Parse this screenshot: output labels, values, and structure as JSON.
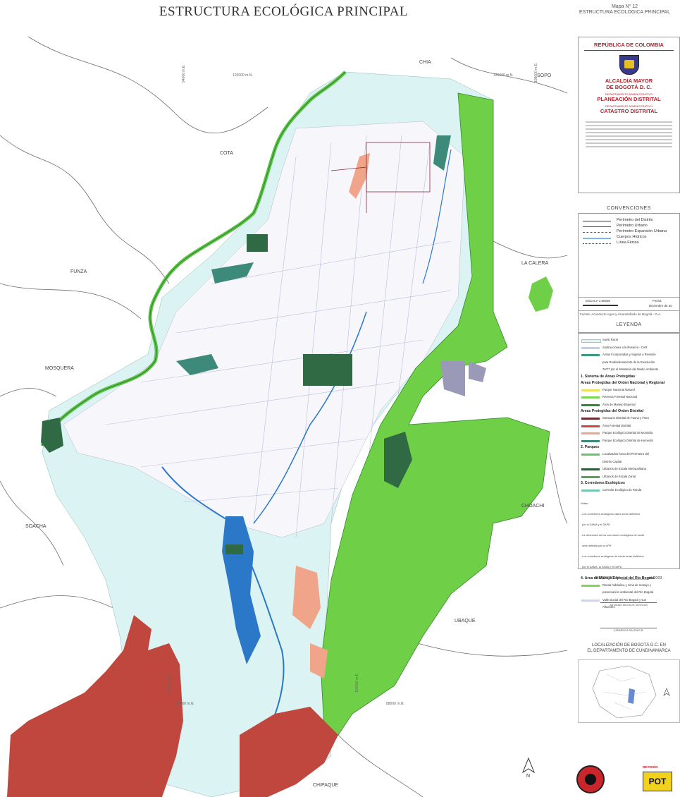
{
  "title": "ESTRUCTURA ECOLÓGICA PRINCIPAL",
  "map_id": {
    "number": "Mapa N° 12",
    "name": "ESTRUCTURA ECOLÓGICA PRINCIPAL"
  },
  "towns": {
    "chia": "CHIA",
    "sopo": "SOPO",
    "cota": "COTA",
    "funza": "FUNZA",
    "la_calera": "LA CALERA",
    "mosquera": "MOSQUERA",
    "soacha": "SOACHA",
    "choachi": "CHOACHI",
    "ubaque": "UBAQUE",
    "chipaque": "CHIPAQUE"
  },
  "grid_labels": {
    "n126_left": "126000 m.N.",
    "n126_right": "126000 m.N.",
    "e94": "94000 m.E.",
    "e108": "108000 m.E.",
    "n88_left": "88000 m.N.",
    "n88_right": "88000 m.N.",
    "e92": "92000 m.E.",
    "e100": "100000 m.E."
  },
  "north_arrow": "N",
  "header": {
    "country": "REPÚBLICA DE COLOMBIA",
    "alcaldia_1": "ALCALDÍA MAYOR",
    "alcaldia_2": "DE BOGOTÁ D. C.",
    "dept_1": "DEPARTAMENTO ADMINISTRATIVO",
    "planeacion": "PLANEACIÓN DISTRITAL",
    "dept_2": "DEPARTAMENTO ADMINISTRATIVO",
    "catastro": "CATASTRO DISTRITAL"
  },
  "convenciones": {
    "title": "CONVENCIONES",
    "items": [
      "Perímetro del Distrito",
      "Perímetro Urbano",
      "Perímetro Expansión Urbana",
      "Cuerpos Hídricos",
      "Línea Férrea"
    ],
    "escala": "ESCALA 1:80000",
    "fecha_label": "Fecha",
    "fecha_value": "Diciembre de 20",
    "fuente": "Fuente:",
    "fuente_value": "Acueducto Agua y Alcantarillado de Bogotá - D.A."
  },
  "leyenda": {
    "title": "LEYENDA",
    "top_items": [
      {
        "label": "Suelo Rural",
        "color": "#dff3f3"
      },
      {
        "label": "Sustracciones a la Reserva - CAR",
        "color": "#c6cde0"
      },
      {
        "label": "Áreas Incorporadas y Sujetas a Revisión",
        "color": "#3d9a78"
      },
      {
        "label": "para Realinderamiento de la Resolución",
        "color": ""
      },
      {
        "label": "76/77 por el Ministerio del Medio Ambiente",
        "color": ""
      }
    ],
    "s1_title": "1. Sistema de Áreas Protegidas",
    "s1_sub1": "Áreas Protegidas del Orden Nacional y Regional",
    "s1_items1": [
      {
        "label": "Parque Nacional Natural",
        "color": "#e7e25a"
      },
      {
        "label": "Reserva Forestal Nacional",
        "color": "#7fd45a"
      },
      {
        "label": "Área de Manejo Especial",
        "color": "#2f8a3a"
      }
    ],
    "s1_sub2": "Áreas Protegidas del Orden Distrital",
    "s1_items2": [
      {
        "label": "Santuario Distrital de Fauna y Flora",
        "color": "#6e2a2e"
      },
      {
        "label": "Área Forestal Distrital",
        "color": "#c24b3e"
      },
      {
        "label": "Parque Ecológico Distrital de Montaña",
        "color": "#f0a48a"
      },
      {
        "label": "Parque Ecológico Distrital de Humedal",
        "color": "#3d8a7a"
      }
    ],
    "s2_title": "2. Parques",
    "s2_items": [
      {
        "label": "Localizados fuera del Perímetro del",
        "color": "#6cc26a"
      },
      {
        "label": "Distrito Capital",
        "color": ""
      },
      {
        "label": "Urbanos de Escala Metropolitana",
        "color": "#2e5a3a"
      },
      {
        "label": "Urbanos de Escala Zonal",
        "color": "#5aa05a"
      }
    ],
    "s3_title": "3. Corredores Ecológicos",
    "s3_items": [
      {
        "label": "Corredor Ecológico de Ronda",
        "color": "#74c8b0"
      }
    ],
    "notas": [
      "Notas:",
      "- Los corredores ecológicos viales serán definidos",
      "  por el DAMA y el DAPD",
      "- La dimensión de los corredores ecológicos de borde",
      "  será definida por la UPR",
      "- Los corredores ecológicos de ronda serán definidos",
      "  por el DAMA, la EAAB y el DAPD"
    ],
    "s4_title": "4. Área de Manejo Especial del Río Bogotá",
    "s4_items": [
      {
        "label": "Ronda hidráulica y zona de manejo y",
        "color": "#7fd45a"
      },
      {
        "label": "preservación ambiental del Río Bogotá",
        "color": ""
      },
      {
        "label": "Valle aluvial del Río Bogotá y sus",
        "color": "#cfd6e6"
      },
      {
        "label": "Afluentes",
        "color": ""
      }
    ]
  },
  "decreto": {
    "label": "DECRETO N°",
    "year": "de 2003"
  },
  "signatures": [
    "ANTANAS MOCKUS SIVICKAS",
    "CARMENZA SALDÍAS B."
  ],
  "localizacion": {
    "line1": "LOCALIZACIÓN DE BOGOTÁ D.C. EN",
    "line2": "EL DEPARTAMENTO DE CUNDINAMARCA"
  },
  "revision": {
    "label": "REVISIÓN",
    "pot": "POT"
  },
  "colors": {
    "rural": "#dcf3f3",
    "urban": "#f6f6fb",
    "forest": "#6fd047",
    "water": "#2b78c8",
    "red_area": "#c0473d",
    "salmon": "#f0a48a",
    "dark_green": "#2f6a45"
  }
}
